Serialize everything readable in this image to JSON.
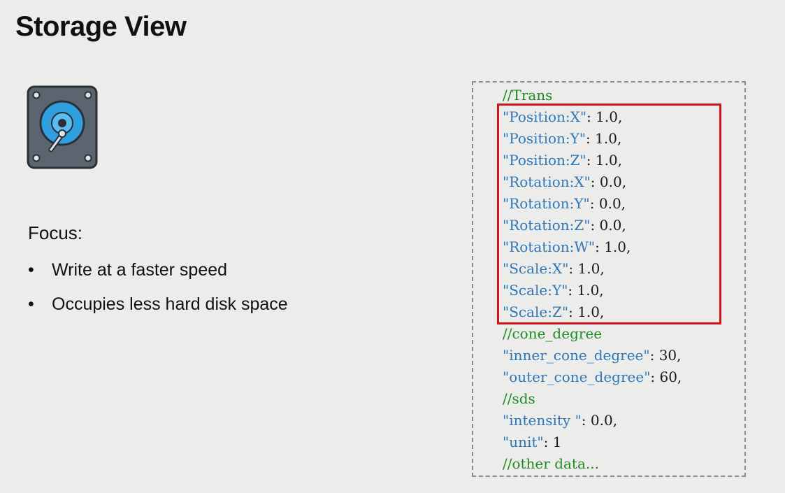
{
  "title": "Storage View",
  "icon": "hard-disk-drive-icon",
  "focus": {
    "heading": "Focus:",
    "bullets": [
      "Write at a faster speed",
      "Occupies less hard disk space"
    ],
    "bullet_char": "•"
  },
  "code": {
    "lines": [
      {
        "type": "comment",
        "text": "//Trans"
      },
      {
        "type": "kv",
        "key": "\"Position:X\"",
        "value": ": 1.0,"
      },
      {
        "type": "kv",
        "key": "\"Position:Y\"",
        "value": ": 1.0,"
      },
      {
        "type": "kv",
        "key": "\"Position:Z\"",
        "value": ": 1.0,"
      },
      {
        "type": "kv",
        "key": "\"Rotation:X\"",
        "value": ": 0.0,"
      },
      {
        "type": "kv",
        "key": "\"Rotation:Y\"",
        "value": ": 0.0,"
      },
      {
        "type": "kv",
        "key": "\"Rotation:Z\"",
        "value": ": 0.0,"
      },
      {
        "type": "kv",
        "key": "\"Rotation:W\"",
        "value": ": 1.0,"
      },
      {
        "type": "kv",
        "key": "\"Scale:X\"",
        "value": ": 1.0,"
      },
      {
        "type": "kv",
        "key": "\"Scale:Y\"",
        "value": ": 1.0,"
      },
      {
        "type": "kv",
        "key": "\"Scale:Z\"",
        "value": ": 1.0,"
      },
      {
        "type": "comment",
        "text": "//cone_degree"
      },
      {
        "type": "kv",
        "key": "\"inner_cone_degree\"",
        "value": ": 30,"
      },
      {
        "type": "kv",
        "key": "\"outer_cone_degree\"",
        "value": ": 60,"
      },
      {
        "type": "comment",
        "text": "//sds"
      },
      {
        "type": "kv",
        "key": "\"intensity \"",
        "value": ": 0.0,"
      },
      {
        "type": "kv",
        "key": "\"unit\"",
        "value": ": 1"
      },
      {
        "type": "comment",
        "text": "//other data..."
      }
    ]
  },
  "colors": {
    "background": "#ececea",
    "comment": "#1f8a22",
    "key": "#2d77b8",
    "highlight": "#d0141c",
    "dashed_border": "#8a8a8a"
  }
}
